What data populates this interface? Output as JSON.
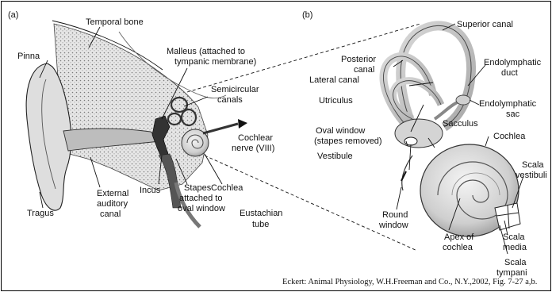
{
  "panels": {
    "a": "(a)",
    "b": "(b)"
  },
  "labels_a": {
    "pinna": "Pinna",
    "temporal_bone": "Temporal bone",
    "malleus_1": "Malleus (attached to",
    "malleus_2": "tympanic membrane)",
    "semicircular_1": "Semicircular",
    "semicircular_2": "canals",
    "cochlear_nerve_1": "Cochlear",
    "cochlear_nerve_2": "nerve (VIII)",
    "incus": "Incus",
    "stapes_1": "Stapes",
    "stapes_2": "attached to",
    "stapes_3": "oval window",
    "cochlea": "Cochlea",
    "external_1": "External",
    "external_2": "auditory",
    "external_3": "canal",
    "tragus": "Tragus",
    "eustachian_1": "Eustachian",
    "eustachian_2": "tube"
  },
  "labels_b": {
    "superior": "Superior canal",
    "posterior_1": "Posterior",
    "posterior_2": "canal",
    "endo_duct_1": "Endolymphatic",
    "endo_duct_2": "duct",
    "lateral": "Lateral canal",
    "utriculus": "Utriculus",
    "endo_sac_1": "Endolymphatic",
    "endo_sac_2": "sac",
    "oval_1": "Oval window",
    "oval_2": "(stapes removed)",
    "sacculus": "Sacculus",
    "vestibule": "Vestibule",
    "cochlea": "Cochlea",
    "scala_vest_1": "Scala",
    "scala_vest_2": "vestibuli",
    "round_1": "Round",
    "round_2": "window",
    "scala_media_1": "Scala",
    "scala_media_2": "media",
    "apex_1": "Apex of",
    "apex_2": "cochlea",
    "scala_tymp_1": "Scala",
    "scala_tymp_2": "tympani"
  },
  "citation": "Eckert: Animal Physiology, W.H.Freeman and Co., N.Y.,2002, Fig. 7-27 a,b."
}
